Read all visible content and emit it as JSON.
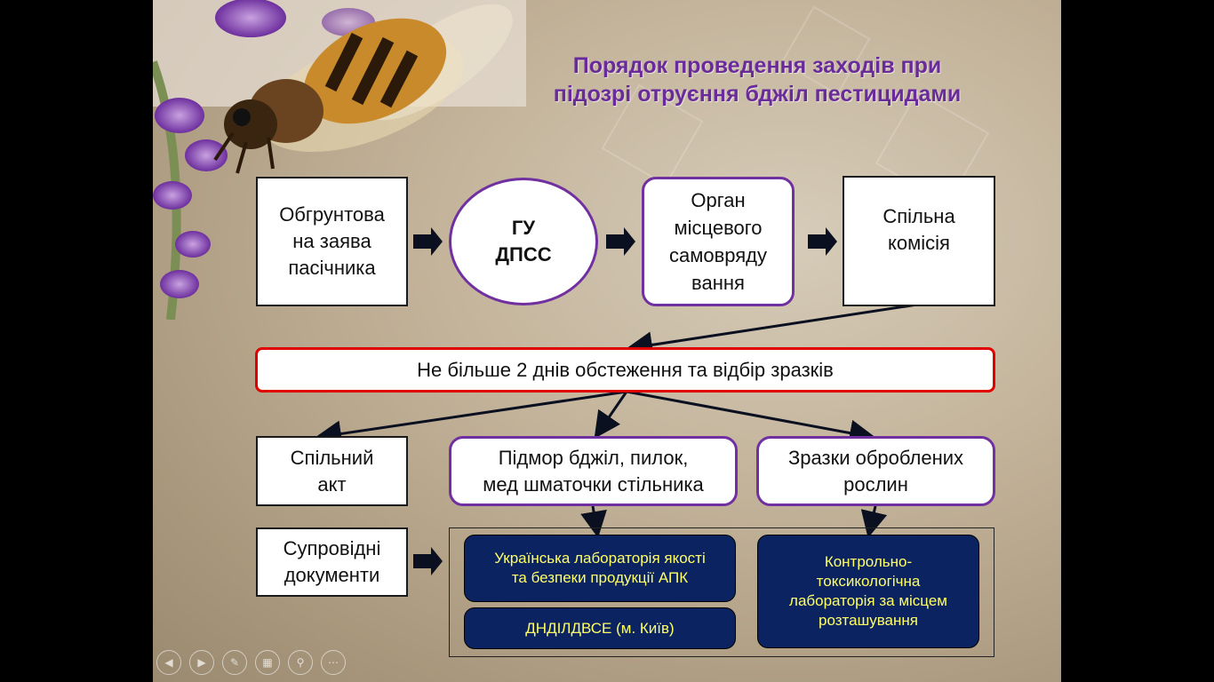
{
  "title": {
    "line1": "Порядок проведення заходів при",
    "line2": "підозрі отруєння бджіл пестицидами"
  },
  "boxes": {
    "application": [
      "Обгрунтова",
      "на заява",
      "пасічника"
    ],
    "gu_dpss": [
      "ГУ",
      "ДПСС"
    ],
    "local_gov": [
      "Орган",
      "місцевого",
      "самовряду",
      "вання"
    ],
    "joint_commission": [
      "Спільна",
      "комісія"
    ],
    "inspection": "Не більше 2 днів обстеження та відбір зразків",
    "joint_act": [
      "Спільний",
      "акт"
    ],
    "bee_samples": [
      "Підмор бджіл, пилок,",
      "мед шматочки стільника"
    ],
    "plant_samples": [
      "Зразки оброблених",
      "рослин"
    ],
    "documents": [
      "Супровідні",
      "документи"
    ],
    "lab_ukr": [
      "Українська лабораторія якості",
      "та безпеки продукції АПК"
    ],
    "lab_dndildvse": "ДНДІЛДВСЕ (м. Київ)",
    "lab_control": [
      "Контрольно-",
      "токсикологічна",
      "лабораторія за місцем",
      "розташування"
    ]
  },
  "nav_icons": [
    "prev-icon",
    "next-icon",
    "pen-icon",
    "slides-icon",
    "zoom-icon",
    "more-icon"
  ],
  "colors": {
    "purple": "#7030a0",
    "red": "#e00000",
    "navy": "#0b2360",
    "yellow_text": "#ffff66",
    "title": "#6a2b9a"
  }
}
